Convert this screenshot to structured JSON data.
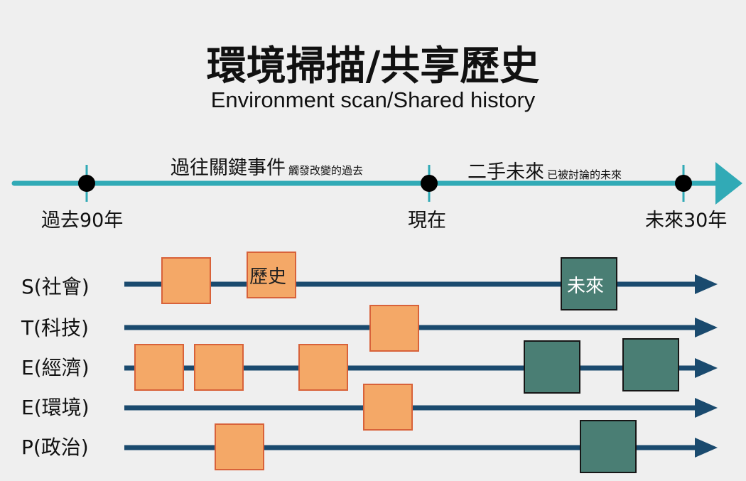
{
  "title": "環境掃描/共享歷史",
  "subtitle": "Environment scan/Shared history",
  "timeline": {
    "past_label": "過往關鍵事件",
    "past_sub": "觸發改變的過去",
    "future_label": "二手未來",
    "future_sub": "已被討論的未來",
    "ticks": [
      "過去90年",
      "現在",
      "未來30年"
    ]
  },
  "rows": [
    {
      "label": "S(社會)"
    },
    {
      "label": "T(科技)"
    },
    {
      "label": "E(經濟)"
    },
    {
      "label": "E(環境)"
    },
    {
      "label": "P(政治)"
    }
  ],
  "box_labels": {
    "history": "歷史",
    "future": "未來"
  },
  "colors": {
    "timeline": "#31aab6",
    "row_line": "#1a4a6e",
    "history_fill": "#f4a867",
    "history_stroke": "#d8623a",
    "future_fill": "#4a7e74",
    "future_stroke": "#161616",
    "background": "#efefef"
  }
}
